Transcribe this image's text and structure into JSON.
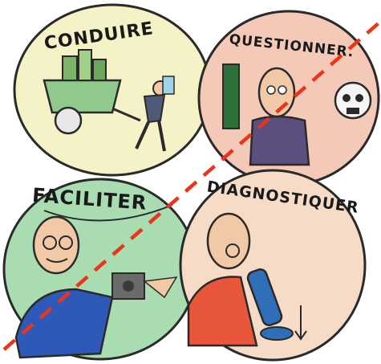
{
  "labels": {
    "conduire": "CONDUIRE",
    "questionner": "QUESTIONNER.",
    "faciliter": "FACILITER",
    "diagnostiquer": "DIAGNOSTIQUER"
  },
  "colors": {
    "conduire_fill": "#f4f2c6",
    "questionner_fill": "#f4c9b8",
    "faciliter_fill": "#a9dcb0",
    "diagnostiquer_fill": "#f6dcc6",
    "outline": "#2a2a2a",
    "dashed_line": "#e8351c"
  },
  "icons": {
    "panel_top_left": "wheelbarrow-worker-illustration",
    "panel_top_right": "questioner-with-skull-illustration",
    "panel_bottom_left": "facilitator-with-glasses-illustration",
    "panel_bottom_right": "doctor-with-microscope-illustration"
  }
}
